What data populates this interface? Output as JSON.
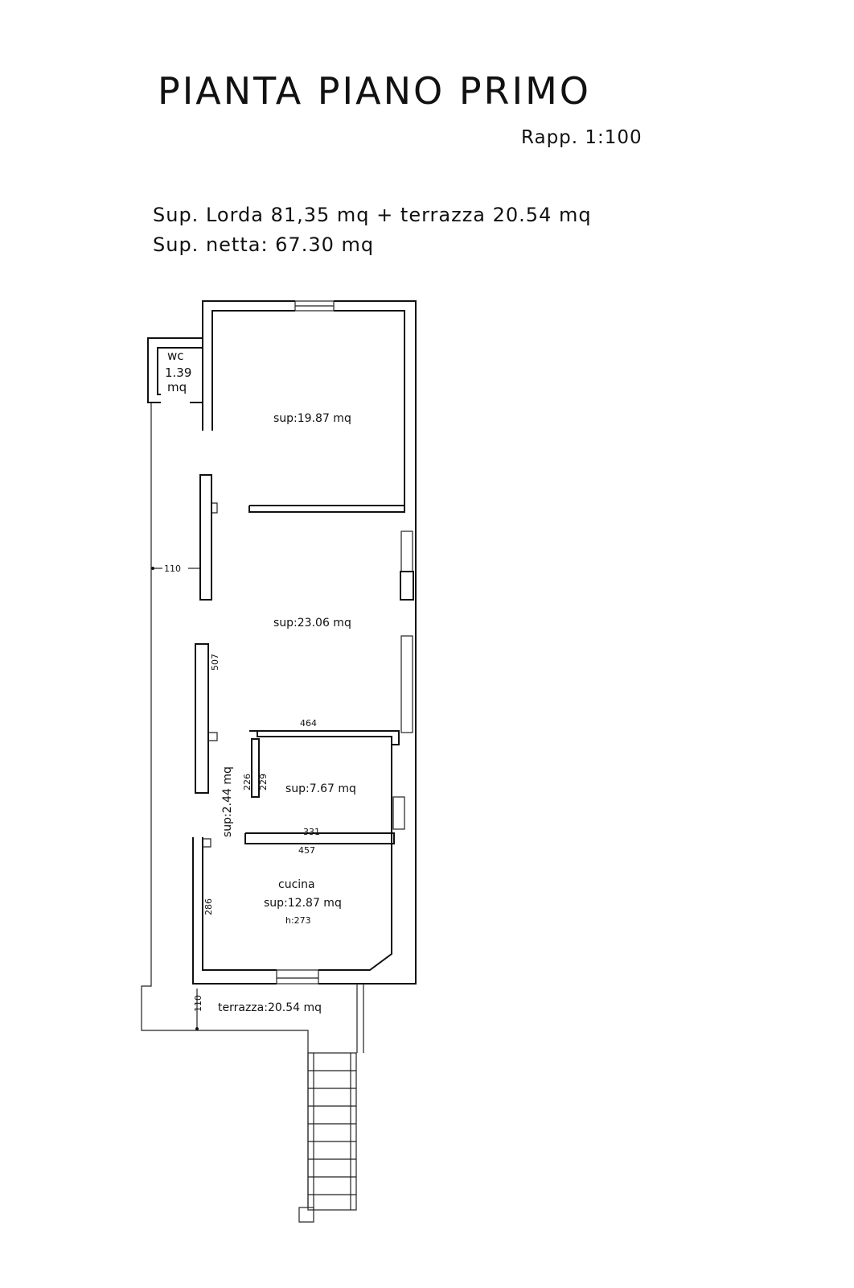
{
  "header": {
    "title": "PIANTA  PIANO  PRIMO",
    "scale": "Rapp.  1:100",
    "gross_area": "Sup.  Lorda  81,35  mq  +  terrazza  20.54  mq",
    "net_area": "Sup.  netta:  67.30  mq"
  },
  "rooms": {
    "wc_name": "wc",
    "wc_area": "1.39",
    "wc_unit": "mq",
    "room1": "sup:19.87  mq",
    "room2": "sup:23.06  mq",
    "room3": "sup:7.67  mq",
    "corridor": "sup:2.44  mq",
    "kitchen_name": "cucina",
    "kitchen_area": "sup:12.87  mq",
    "kitchen_height": "h:273",
    "terrace": "terrazza:20.54  mq"
  },
  "dimensions": {
    "d110_top": "110",
    "d110_bottom": "110",
    "d507": "507",
    "d464": "464",
    "d226": "226",
    "d229": "229",
    "d331": "331",
    "d457": "457",
    "d286": "286"
  }
}
